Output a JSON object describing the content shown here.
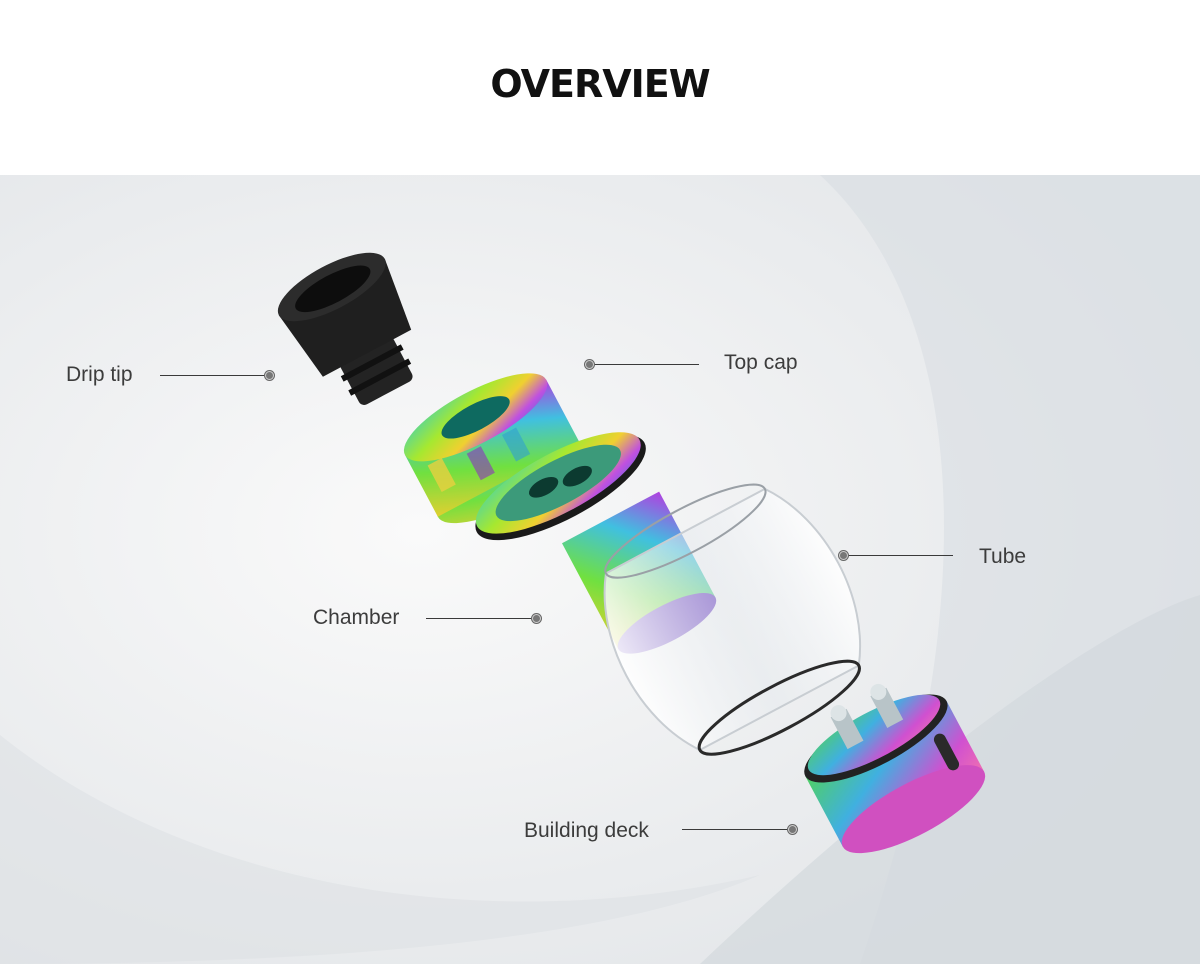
{
  "title": "OVERVIEW",
  "labels": {
    "drip_tip": "Drip tip",
    "top_cap": "Top cap",
    "tube": "Tube",
    "chamber": "Chamber",
    "building_deck": "Building deck"
  },
  "colors": {
    "background": "#eceef0",
    "text": "#3c3c3c",
    "title": "#111111",
    "drip_tip": "#1c1c1c"
  }
}
